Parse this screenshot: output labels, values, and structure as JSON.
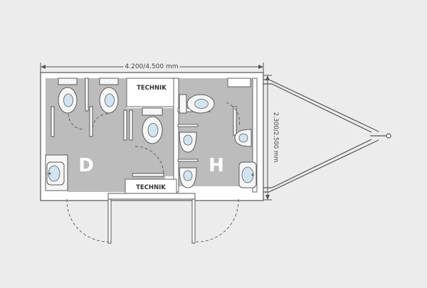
{
  "dimensions": {
    "width_label": "4.200/4.500 mm",
    "height_label": "2.300/2.500 mm"
  },
  "rooms": {
    "women_label": "D",
    "men_label": "H",
    "technik_top_label": "TECHNIK",
    "technik_bottom_label": "TECHNIK"
  },
  "colors": {
    "background": "#ececec",
    "floor": "#bcbcbc",
    "wall": "#ffffff",
    "fixture_stroke": "#5a5a5a",
    "fixture_fill": "#f6f6f6",
    "bowl_inner": "#d2e4f0",
    "line": "#555555",
    "room_label": "#ffffff"
  }
}
